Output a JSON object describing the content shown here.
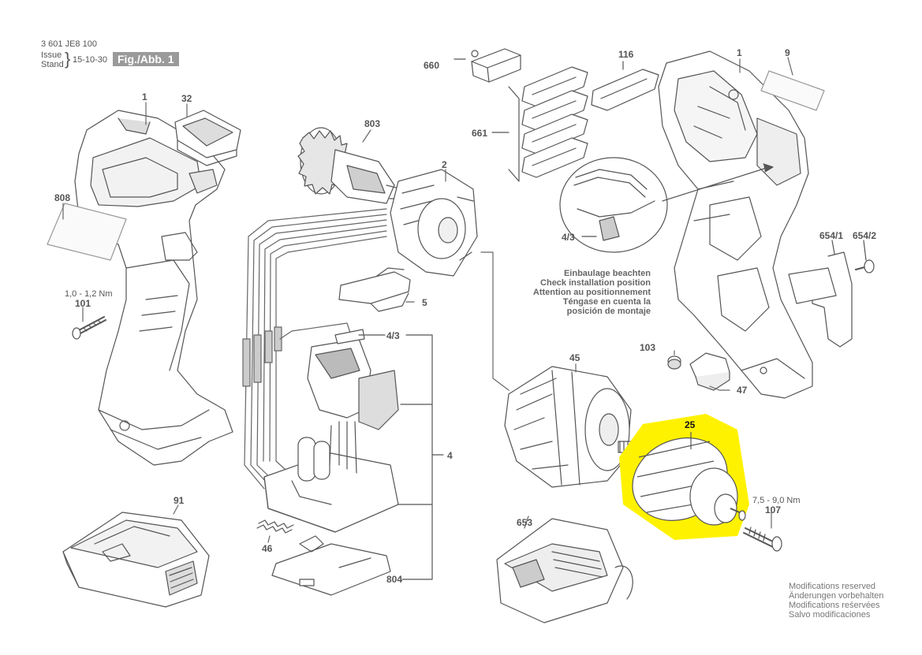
{
  "header": {
    "part_number": "3 601 JE8 100",
    "issue_label": "Issue",
    "stand_label": "Stand",
    "date": "15-10-30",
    "figure_label": "Fig./Abb. 1"
  },
  "callouts": {
    "c1_left": "1",
    "c32": "32",
    "c803": "803",
    "c2": "2",
    "c660": "660",
    "c116": "116",
    "c1_right": "1",
    "c9": "9",
    "c661": "661",
    "c808": "808",
    "c43_top": "4/3",
    "c654_1": "654/1",
    "c654_2": "654/2",
    "c5": "5",
    "c101": "101",
    "c43_mid": "4/3",
    "c103": "103",
    "c45": "45",
    "c47": "47",
    "c25": "25",
    "c4": "4",
    "c91": "91",
    "c653": "653",
    "c107": "107",
    "c46": "46",
    "c804": "804"
  },
  "torque": {
    "screw_101": "1,0 - 1,2 Nm",
    "screw_107": "7,5 - 9,0 Nm"
  },
  "installation_note": [
    "Einbaulage beachten",
    "Check installation position",
    "Attention au positionnement",
    "Téngase en cuenta la",
    "posición de montaje"
  ],
  "modifications": [
    "Modifications reserved",
    "Änderungen vorbehalten",
    "Modifications reśervées",
    "Salvo modificaciones"
  ],
  "colors": {
    "highlight": "#fff200",
    "line": "#555555",
    "part_fill": "#ffffff",
    "part_shade": "#9a9a9a"
  }
}
